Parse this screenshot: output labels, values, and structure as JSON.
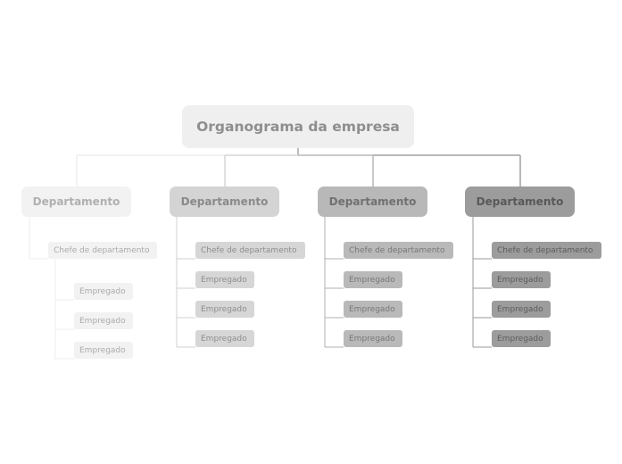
{
  "root": {
    "label": "Organograma da empresa"
  },
  "departments": [
    {
      "label": "Departamento",
      "head": "Chefe de departamento",
      "employees": [
        "Empregado",
        "Empregado",
        "Empregado"
      ],
      "colors": {
        "box": "#f2f2f2",
        "text": "#b0b0b0",
        "sub": "#f2f2f2",
        "subtext": "#ababab",
        "line": "#ececec"
      }
    },
    {
      "label": "Departamento",
      "head": "Chefe de departamento",
      "employees": [
        "Empregado",
        "Empregado",
        "Empregado"
      ],
      "colors": {
        "box": "#d4d4d4",
        "text": "#8a8a8a",
        "sub": "#d6d6d6",
        "subtext": "#8e8e8e",
        "line": "#d0d0d0"
      }
    },
    {
      "label": "Departamento",
      "head": "Chefe de departamento",
      "employees": [
        "Empregado",
        "Empregado",
        "Empregado"
      ],
      "colors": {
        "box": "#b8b8b8",
        "text": "#707070",
        "sub": "#b9b9b9",
        "subtext": "#777777",
        "line": "#b0b0b0"
      }
    },
    {
      "label": "Departamento",
      "head": "Chefe de departamento",
      "employees": [
        "Empregado",
        "Empregado",
        "Empregado"
      ],
      "colors": {
        "box": "#9c9c9c",
        "text": "#585858",
        "sub": "#9c9c9c",
        "subtext": "#5c5c5c",
        "line": "#9a9a9a"
      }
    }
  ]
}
